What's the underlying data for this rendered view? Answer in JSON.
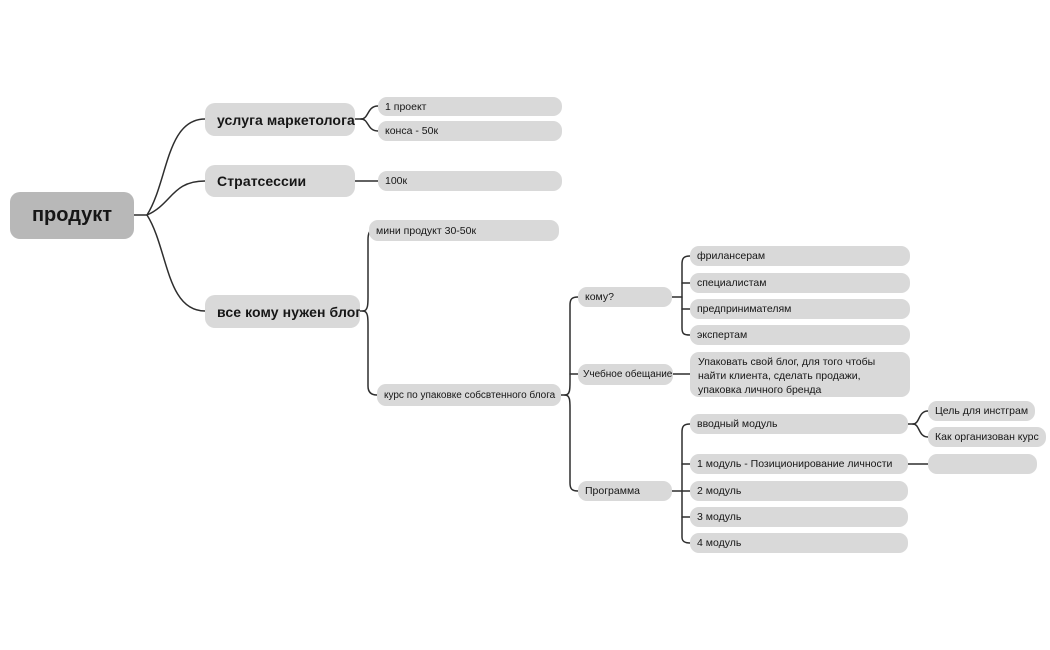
{
  "diagram": {
    "kind": "mind-map",
    "colors": {
      "background": "#ffffff",
      "root_node_bg": "#b8b8b8",
      "node_bg": "#d9d9d9",
      "connector_line": "#2e2e2e",
      "text": "#161616"
    }
  },
  "tree": {
    "label": "продукт",
    "children": [
      {
        "label": "услуга маркетолога",
        "children": [
          {
            "label": "1 проект"
          },
          {
            "label": "конса - 50к"
          }
        ]
      },
      {
        "label": "Стратсессии",
        "children": [
          {
            "label": "100к"
          }
        ]
      },
      {
        "label": "все кому нужен блог",
        "children": [
          {
            "label": "мини продукт 30-50к"
          },
          {
            "label": "курс по упаковке собсвтенного блога",
            "children": [
              {
                "label": "кому?",
                "children": [
                  {
                    "label": "фрилансерам"
                  },
                  {
                    "label": "специалистам"
                  },
                  {
                    "label": "предпринимателям"
                  },
                  {
                    "label": "экспертам"
                  }
                ]
              },
              {
                "label": "Учебное обещание",
                "children": [
                  {
                    "label": "Упаковать свой блог, для того чтобы найти клиента, сделать продажи, упаковка личного бренда"
                  }
                ]
              },
              {
                "label": "Программа",
                "children": [
                  {
                    "label": "вводный модуль",
                    "children": [
                      {
                        "label": "Цель для инстграм"
                      },
                      {
                        "label": "Как организован курс"
                      }
                    ]
                  },
                  {
                    "label": "1 модуль - Позиционирование личности",
                    "children": [
                      {
                        "label": ""
                      }
                    ]
                  },
                  {
                    "label": "2 модуль"
                  },
                  {
                    "label": "3 модуль"
                  },
                  {
                    "label": "4 модуль"
                  }
                ]
              }
            ]
          }
        ]
      }
    ]
  }
}
